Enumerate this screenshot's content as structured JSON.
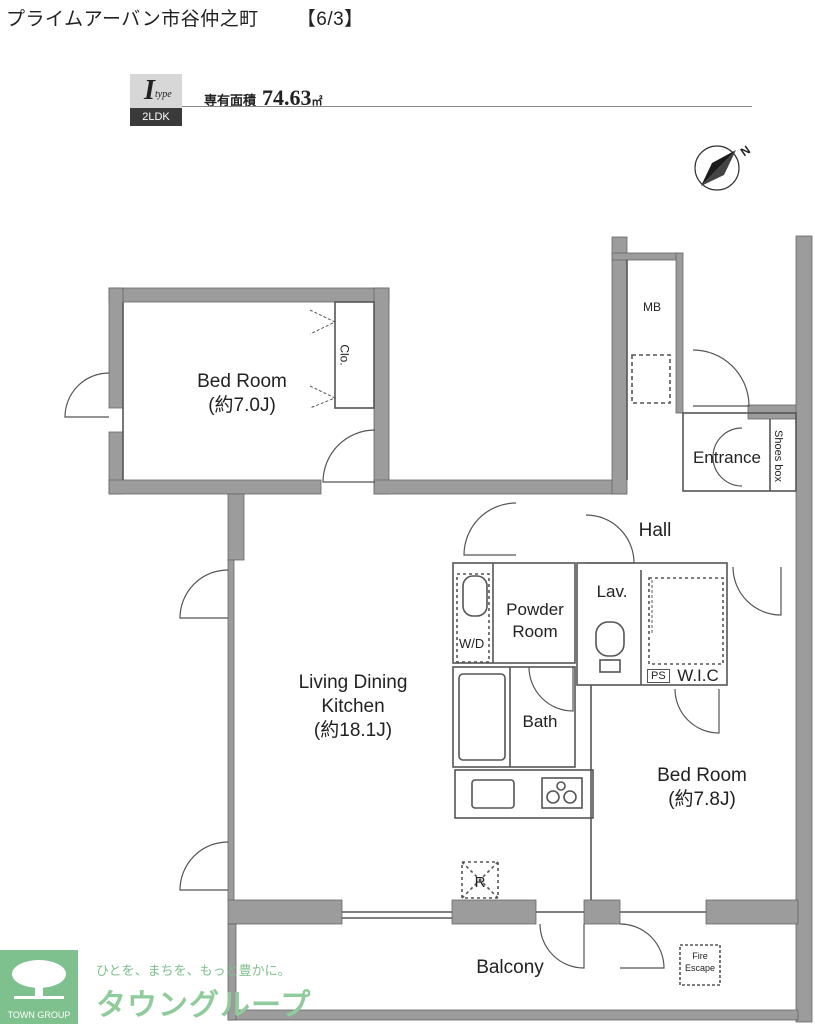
{
  "header": {
    "building_name": "プライムアーバン市谷仲之町",
    "floor_ratio": "【6/3】"
  },
  "unit": {
    "type_letter": "I",
    "type_suffix": "type",
    "layout": "2LDK",
    "area_label": "専有面積",
    "area_value": "74.63",
    "area_unit": "㎡"
  },
  "compass": {
    "north_label": "N"
  },
  "rooms": {
    "bedroom1": {
      "name": "Bed Room",
      "size": "(約7.0J)"
    },
    "closet": "Clo.",
    "mb": "MB",
    "entrance": "Entrance",
    "shoes_box": "Shoes box",
    "hall": "Hall",
    "ldk": {
      "line1": "Living Dining",
      "line2": "Kitchen",
      "size": "(約18.1J)"
    },
    "wd": "W/D",
    "powder": {
      "line1": "Powder",
      "line2": "Room"
    },
    "lav": "Lav.",
    "ps": "PS",
    "wic": "W.I.C",
    "bath": "Bath",
    "bedroom2": {
      "name": "Bed Room",
      "size": "(約7.8J)"
    },
    "fridge": "R",
    "balcony": "Balcony",
    "fire_escape": {
      "line1": "Fire",
      "line2": "Escape"
    }
  },
  "footer": {
    "logo_label": "TOWN GROUP",
    "slogan": "ひとを、まちを、もっと豊かに。",
    "brand": "タウングループ"
  },
  "colors": {
    "wall": "#9c9c9c",
    "wall_dark": "#7d7d7d",
    "line": "#555555",
    "brand_green": "#7ec08e"
  }
}
